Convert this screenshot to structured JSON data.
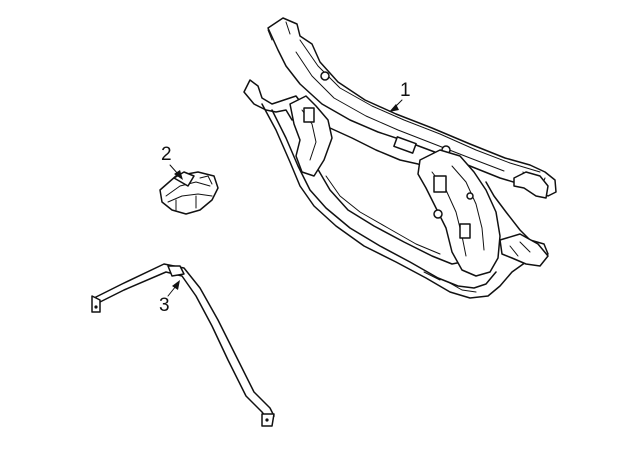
{
  "callouts": {
    "c1": "1",
    "c2": "2",
    "c3": "3"
  },
  "parts": [
    {
      "callout": "1",
      "icon": "radiator-support-frame"
    },
    {
      "callout": "2",
      "icon": "mounting-bracket"
    },
    {
      "callout": "3",
      "icon": "support-strut-rod"
    }
  ],
  "colors": {
    "line": "#111111",
    "background": "#ffffff"
  }
}
